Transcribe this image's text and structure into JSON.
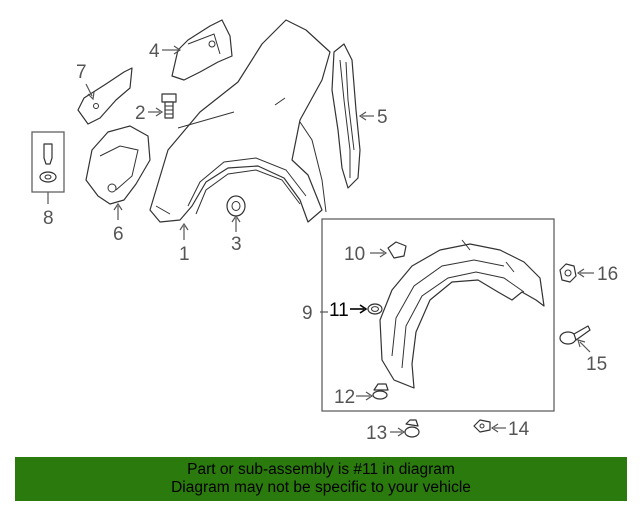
{
  "diagram": {
    "callouts": [
      "1",
      "2",
      "3",
      "4",
      "5",
      "6",
      "7",
      "8",
      "9",
      "10",
      "11",
      "12",
      "13",
      "14",
      "15",
      "16"
    ],
    "highlighted_callout": "11"
  },
  "banner": {
    "line1": "Part or sub-assembly is #11 in diagram",
    "line2": "Diagram may not be specific to your vehicle",
    "background": "#2a7a0d"
  }
}
